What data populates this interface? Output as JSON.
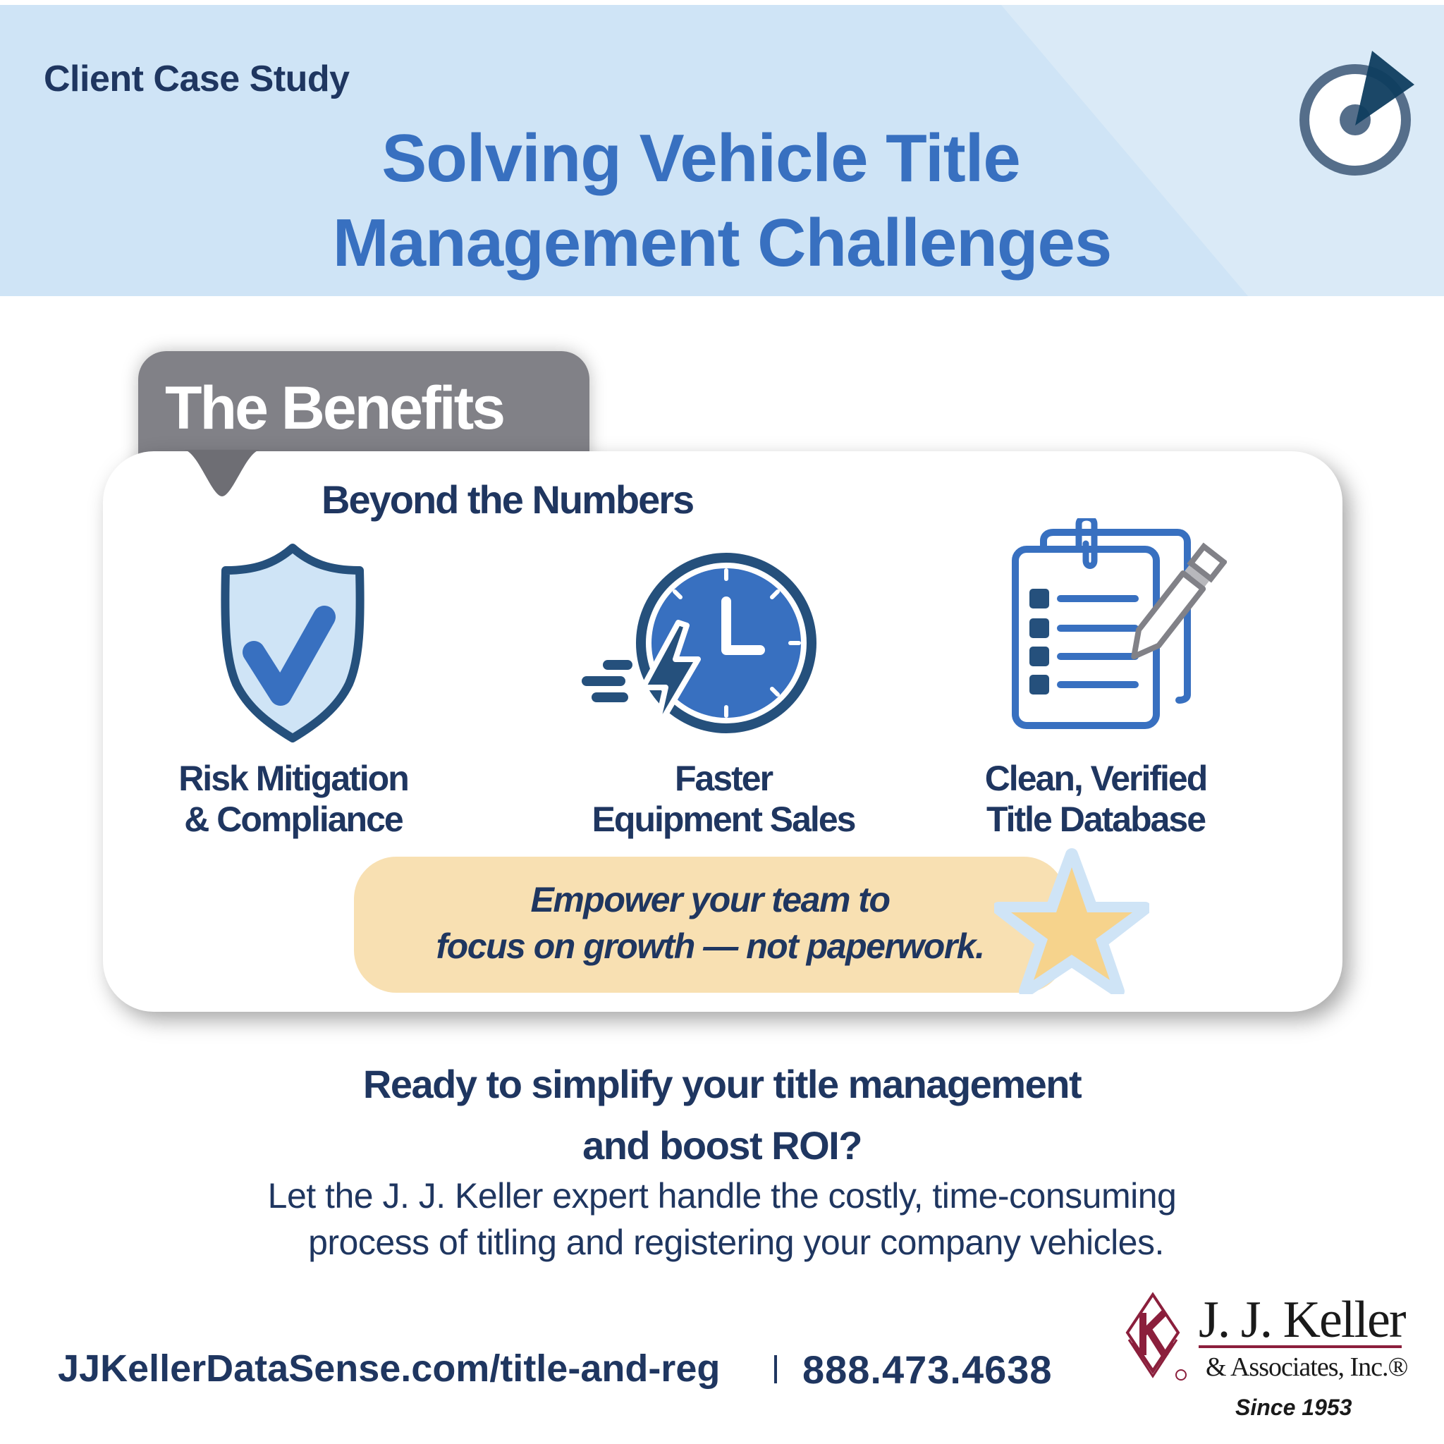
{
  "header": {
    "eyebrow": "Client Case Study",
    "title_line1": "Solving Vehicle Title",
    "title_line2": "Management Challenges",
    "icon": "target-icon"
  },
  "benefits": {
    "tab_label": "The Benefits",
    "subtitle": "Beyond the Numbers",
    "items": [
      {
        "icon": "shield-check-icon",
        "line1": "Risk Mitigation",
        "line2": "& Compliance"
      },
      {
        "icon": "fast-clock-icon",
        "line1": "Faster",
        "line2": "Equipment Sales"
      },
      {
        "icon": "clipboard-checklist-icon",
        "line1": "Clean, Verified",
        "line2": "Title Database"
      }
    ],
    "quote_line1": "Empower your team to",
    "quote_line2": "focus on growth — not paperwork.",
    "quote_icon": "star-icon"
  },
  "cta": {
    "heading_line1": "Ready to simplify your title management",
    "heading_line2": "and boost ROI?",
    "body_line1": "Let the J. J. Keller expert handle the costly, time-consuming",
    "body_line2": "process of titling and registering your company vehicles."
  },
  "footer": {
    "url": "JJKellerDataSense.com/title-and-reg",
    "phone": "888.473.4638"
  },
  "logo": {
    "name": "J. J. Keller",
    "sub": "& Associates, Inc.®",
    "since": "Since 1953"
  },
  "colors": {
    "header_bg": "#cfe4f6",
    "title_blue": "#3870c0",
    "navy": "#1f3660",
    "tab_gray": "#818187",
    "quote_bg": "#f8e0b2",
    "logo_maroon": "#8b1f3c"
  }
}
